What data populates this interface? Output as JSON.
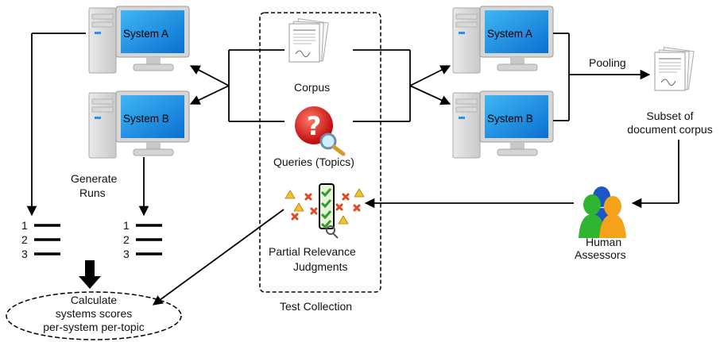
{
  "systems": [
    {
      "label": "System A"
    },
    {
      "label": "System B"
    }
  ],
  "test_collection": {
    "corpus_label": "Corpus",
    "queries_label": "Queries (Topics)",
    "judgments_label": [
      "Partial Relevance",
      "Judgments"
    ],
    "collection_label": "Test Collection"
  },
  "generate_runs_label": [
    "Generate",
    "Runs"
  ],
  "run_ranks": [
    "1",
    "2",
    "3"
  ],
  "pooling_label": "Pooling",
  "subset_label": [
    "Subset of",
    "document corpus"
  ],
  "assessors_label": [
    "Human",
    "Assessors"
  ],
  "scores_label": [
    "Calculate",
    "systems scores",
    "per-system per-topic"
  ],
  "icons": [
    "computer-icon",
    "document-stack-icon",
    "query-magnifier-icon",
    "relevance-judgments-icon",
    "human-assessors-icon"
  ]
}
